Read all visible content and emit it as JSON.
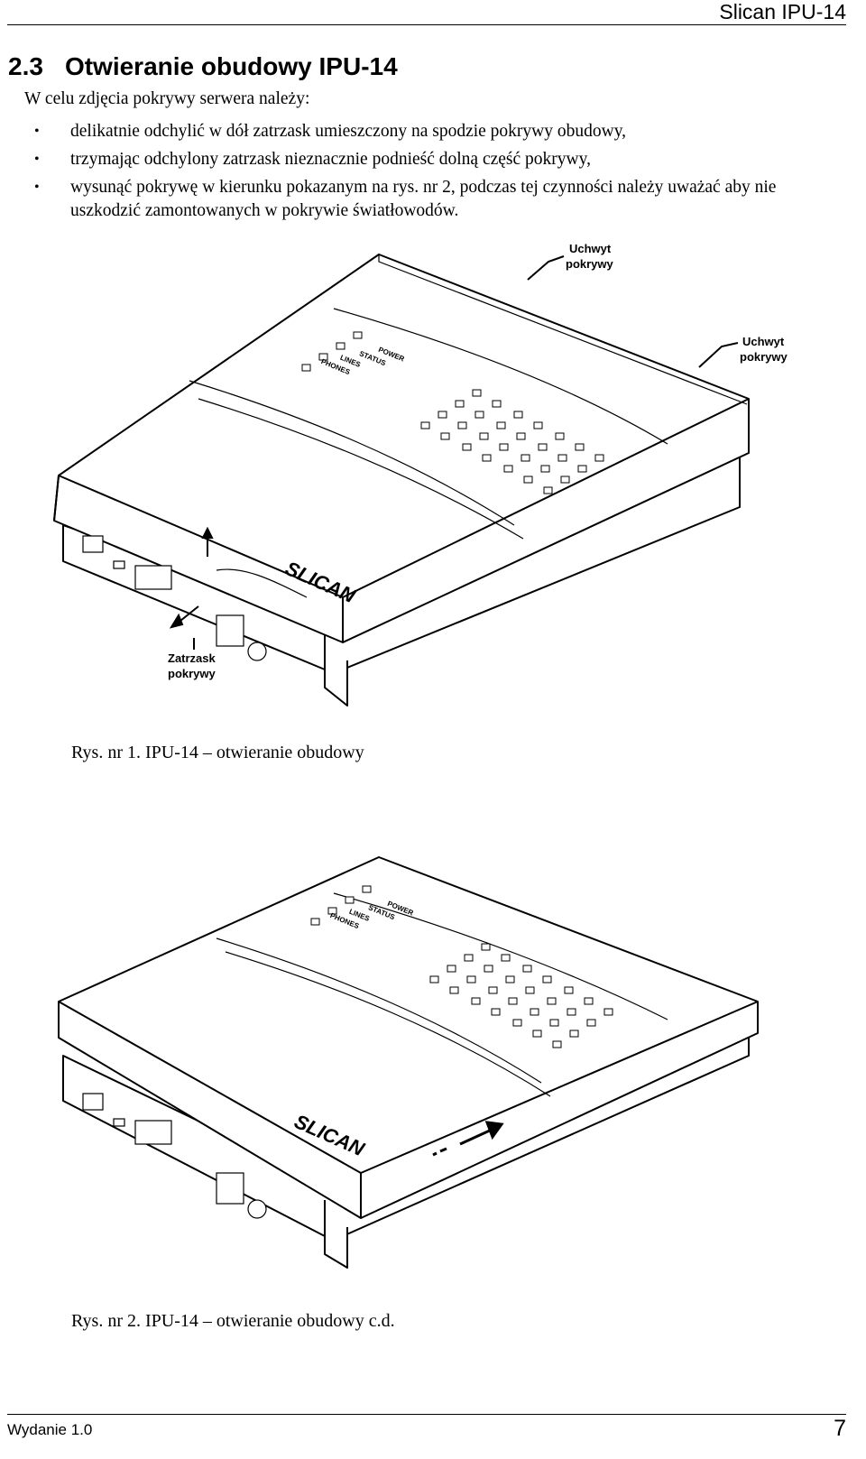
{
  "header": {
    "title": "Slican IPU-14"
  },
  "section": {
    "number": "2.3",
    "title": "Otwieranie obudowy IPU-14"
  },
  "intro": "W celu zdjęcia pokrywy serwera należy:",
  "bullets": [
    "delikatnie odchylić w dół zatrzask umieszczony na spodzie pokrywy obudowy,",
    "trzymając odchylony zatrzask nieznacznie podnieść dolną część pokrywy,",
    "wysunąć pokrywę w kierunku pokazanym na rys. nr 2, podczas tej czynności należy uważać aby nie uszkodzić zamontowanych w pokrywie światłowodów."
  ],
  "figure1": {
    "caption": "Rys. nr 1. IPU-14 – otwieranie obudowy",
    "callouts": {
      "handle_top_1": "Uchwyt",
      "handle_top_2": "pokrywy",
      "handle_right_1": "Uchwyt",
      "handle_right_2": "pokrywy",
      "latch_1": "Zatrzask",
      "latch_2": "pokrywy"
    },
    "panel_labels": [
      "POWER",
      "STATUS",
      "LINES",
      "PHONES"
    ],
    "logo": "SLICAN"
  },
  "figure2": {
    "caption": "Rys. nr 2. IPU-14 – otwieranie obudowy c.d.",
    "panel_labels": [
      "POWER",
      "STATUS",
      "LINES",
      "PHONES"
    ],
    "logo": "SLICAN"
  },
  "footer": {
    "edition": "Wydanie 1.0",
    "page": "7"
  }
}
